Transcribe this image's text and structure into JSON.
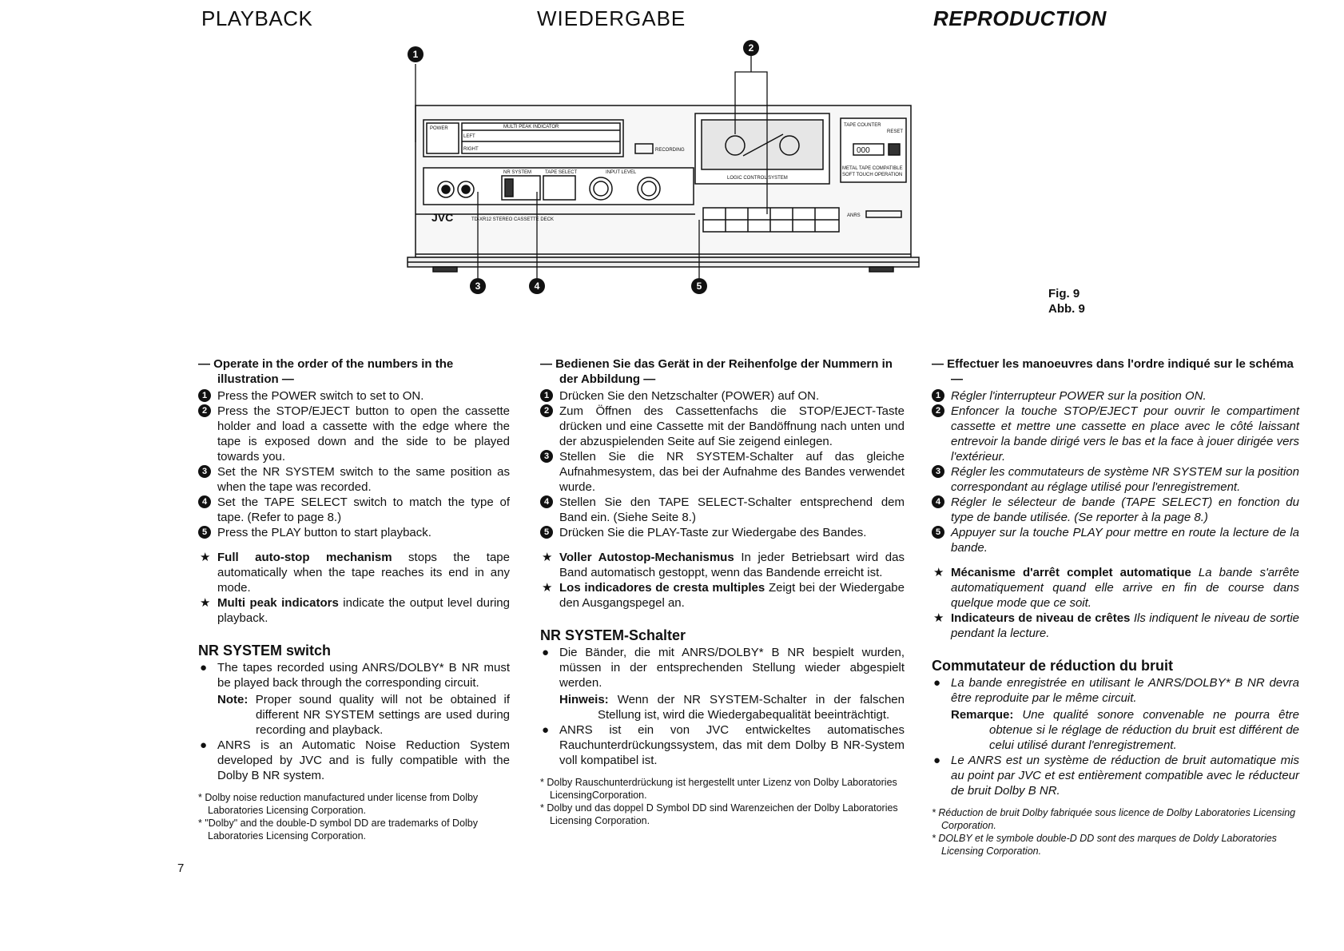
{
  "headers": {
    "en": "PLAYBACK",
    "de": "WIEDERGABE",
    "fr": "REPRODUCTION"
  },
  "figure": {
    "caption_en": "Fig. 9",
    "caption_de": "Abb. 9",
    "callouts": [
      "1",
      "2",
      "3",
      "4",
      "5"
    ],
    "deck": {
      "brand": "JVC",
      "model": "TD-XR12  STEREO CASSETTE DECK",
      "power": "POWER",
      "multi_peak": "MULTI PEAK INDICATOR",
      "left": "LEFT",
      "right": "RIGHT",
      "recording": "RECORDING",
      "tape_counter": "TAPE COUNTER",
      "reset": "RESET",
      "counter_value": "000",
      "logic_control": "LOGIC CONTROL SYSTEM",
      "metal_tape": "METAL TAPE COMPATIBLE",
      "soft_touch": "SOFT TOUCH OPERATION",
      "nr_system": "NR SYSTEM",
      "tape_select": "TAPE SELECT",
      "input_level": "INPUT LEVEL",
      "anrs": "ANRS"
    }
  },
  "en": {
    "operate": "— Operate in the order of the numbers in the illustration —",
    "steps": [
      "Press the POWER switch to set to ON.",
      "Press the STOP/EJECT button to open the cassette holder and load a cassette with the edge where the tape is exposed down and the side to be played towards you.",
      "Set the NR SYSTEM switch to the same position as when the tape was recorded.",
      "Set the TAPE SELECT switch to match the type of tape. (Refer to page 8.)",
      "Press the PLAY button to start playback."
    ],
    "star1_bold": "Full auto-stop mechanism",
    "star1_text": " stops the tape automatically when the tape reaches its end in any mode.",
    "star2_bold": "Multi peak indicators",
    "star2_text": " indicate the output level during playback.",
    "nr_title": "NR SYSTEM switch",
    "nr_b1": "The tapes recorded using ANRS/DOLBY* B NR must be played back through the corresponding circuit.",
    "note_label": "Note:",
    "note_text": " Proper sound quality will not be obtained if different NR SYSTEM settings are used during recording and playback.",
    "nr_b2": "ANRS is an Automatic Noise Reduction System developed by JVC and is fully compatible with the Dolby B NR system.",
    "foot1": "* Dolby noise reduction manufactured under license from Dolby Laboratories Licensing Corporation.",
    "foot2": "* \"Dolby\" and the double-D symbol DD are trademarks of Dolby Laboratories Licensing Corporation."
  },
  "de": {
    "operate": "— Bedienen Sie das Gerät in der Reihenfolge der Nummern in der Abbildung —",
    "steps": [
      "Drücken Sie den Netzschalter (POWER) auf ON.",
      "Zum Öffnen des Cassettenfachs die STOP/EJECT-Taste drücken und eine Cassette mit der Bandöffnung nach unten und der abzuspielenden Seite auf Sie zeigend einlegen.",
      "Stellen Sie die NR SYSTEM-Schalter auf das gleiche Aufnahmesystem, das bei der Aufnahme des Bandes verwendet wurde.",
      "Stellen Sie den TAPE SELECT-Schalter entsprechend dem Band ein. (Siehe Seite 8.)",
      "Drücken Sie die PLAY-Taste zur Wiedergabe des Bandes."
    ],
    "star1_bold": "Voller Autostop-Mechanismus",
    "star1_text": " In jeder Betriebsart wird das Band automatisch gestoppt, wenn das Bandende erreicht ist.",
    "star2_bold": "Los indicadores de cresta multiples",
    "star2_text": " Zeigt bei der Wiedergabe den Ausgangspegel an.",
    "nr_title": "NR SYSTEM-Schalter",
    "nr_b1": "Die Bänder, die mit ANRS/DOLBY* B NR bespielt wurden, müssen in der entsprechenden Stellung wieder abgespielt werden.",
    "note_label": "Hinweis:",
    "note_text": " Wenn der NR SYSTEM-Schalter in der falschen Stellung ist, wird die Wiedergabequalität beeinträchtigt.",
    "nr_b2": "ANRS ist ein von JVC entwickeltes automatisches Rauchunterdrückungssystem, das mit dem Dolby B NR-System voll kompatibel ist.",
    "foot1": "* Dolby Rauschunterdrückung ist hergestellt unter Lizenz von Dolby Laboratories LicensingCorporation.",
    "foot2": "* Dolby und das doppel D Symbol DD sind Warenzeichen der Dolby Laboratories Licensing Corporation."
  },
  "fr": {
    "operate": "— Effectuer les manoeuvres dans l'ordre indiqué sur le schéma —",
    "steps": [
      "Régler l'interrupteur POWER sur la position ON.",
      "Enfoncer la touche STOP/EJECT pour ouvrir le compartiment cassette et mettre une cassette en place avec le côté laissant entrevoir la bande dirigé vers le bas et la face à jouer dirigée vers l'extérieur.",
      "Régler les commutateurs de système NR SYSTEM sur la position correspondant au réglage utilisé pour l'enregistrement.",
      "Régler le sélecteur de bande (TAPE SELECT) en fonction du type de bande utilisée. (Se reporter à la page 8.)",
      "Appuyer sur la touche PLAY pour mettre en route la lecture de la bande."
    ],
    "star1_bold": "Mécanisme d'arrêt complet automatique",
    "star1_text": " La bande s'arrête automatiquement quand elle arrive en fin de course dans quelque mode que ce soit.",
    "star2_bold": "Indicateurs de niveau de crêtes",
    "star2_text": " Ils indiquent le niveau de sortie pendant la lecture.",
    "nr_title": "Commutateur de réduction du bruit",
    "nr_b1": "La bande enregistrée en utilisant le ANRS/DOLBY* B NR devra être reproduite par le même circuit.",
    "note_label": "Remarque:",
    "note_text": " Une qualité sonore convenable ne pourra être obtenue si le réglage de réduction du bruit est différent de celui utilisé durant l'enregistrement.",
    "nr_b2": "Le ANRS est un système de réduction de bruit automatique mis au point par JVC et est entièrement compatible avec le réducteur de bruit Dolby B NR.",
    "foot1": "* Réduction de bruit Dolby fabriquée sous licence de Dolby Laboratories Licensing Corporation.",
    "foot2": "* DOLBY et le symbole double-D DD sont des marques de Doldy Laboratories Licensing Corporation."
  },
  "page_number": "7"
}
